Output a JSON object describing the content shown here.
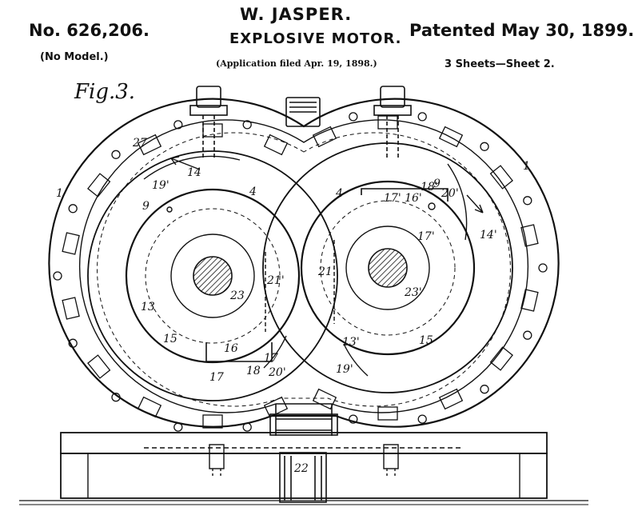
{
  "header": {
    "patent_number": "No. 626,206.",
    "model_note": "(No Model.)",
    "inventor": "W. JASPER.",
    "title": "EXPLOSIVE MOTOR.",
    "application": "(Application filed Apr. 19, 1898.)",
    "patented": "Patented May 30, 1899.",
    "sheets": "3 Sheets—Sheet 2."
  },
  "figure": {
    "label": "Fig.3.",
    "reference_numerals": {
      "casing_left": "1",
      "casing_right": "1",
      "port_27": "27",
      "arrow_left": "14",
      "left_19": "19'",
      "left_9": "9",
      "left_4": "4",
      "left_21": "21'",
      "left_13": "13",
      "left_15": "15",
      "left_23": "23",
      "left_16": "16",
      "left_17a": "17",
      "left_17b": "17",
      "left_18": "18",
      "left_20": "20'",
      "right_4": "4",
      "right_17_16": "17' 16'",
      "right_18": "18'",
      "right_9": "9",
      "right_20": "20'",
      "right_14": "14'",
      "right_17": "17'",
      "right_21": "21'",
      "right_23": "23'",
      "right_13": "13'",
      "right_15": "15",
      "right_19": "19'",
      "shaft_22": "22"
    }
  }
}
